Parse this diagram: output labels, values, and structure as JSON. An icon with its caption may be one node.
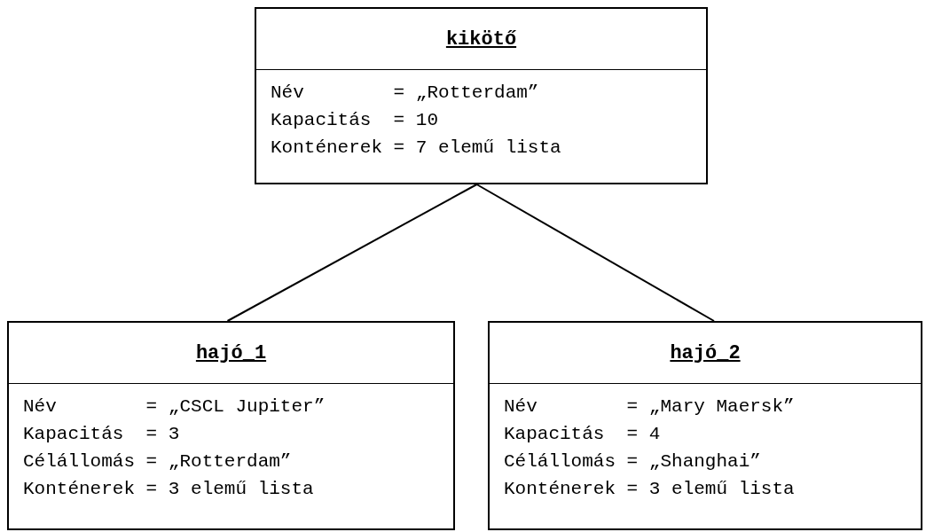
{
  "diagram": {
    "nodes": [
      {
        "text": [
          "kikötő",
          "Név = „Rotterdam”",
          "Kapacitás = 10",
          "Konténerek = 7 elemű lista"
        ]
      },
      {
        "text": [
          "hajó_1",
          "Név = „CSCL Jupiter”",
          "Kapacitás = 3",
          "Célállomás = „Rotterdam”",
          "Konténerek = 3 elemű lista"
        ]
      },
      {
        "text": [
          "hajó_2",
          "Név = „Mary Maersk”",
          "Kapacitás = 4",
          "Célállomás = „Shanghai”",
          "Konténerek = 3 elemű lista"
        ]
      }
    ],
    "edges": [
      {
        "from": 0,
        "to": 1,
        "arrow": "none"
      },
      {
        "from": 0,
        "to": 2,
        "arrow": "none"
      }
    ]
  }
}
